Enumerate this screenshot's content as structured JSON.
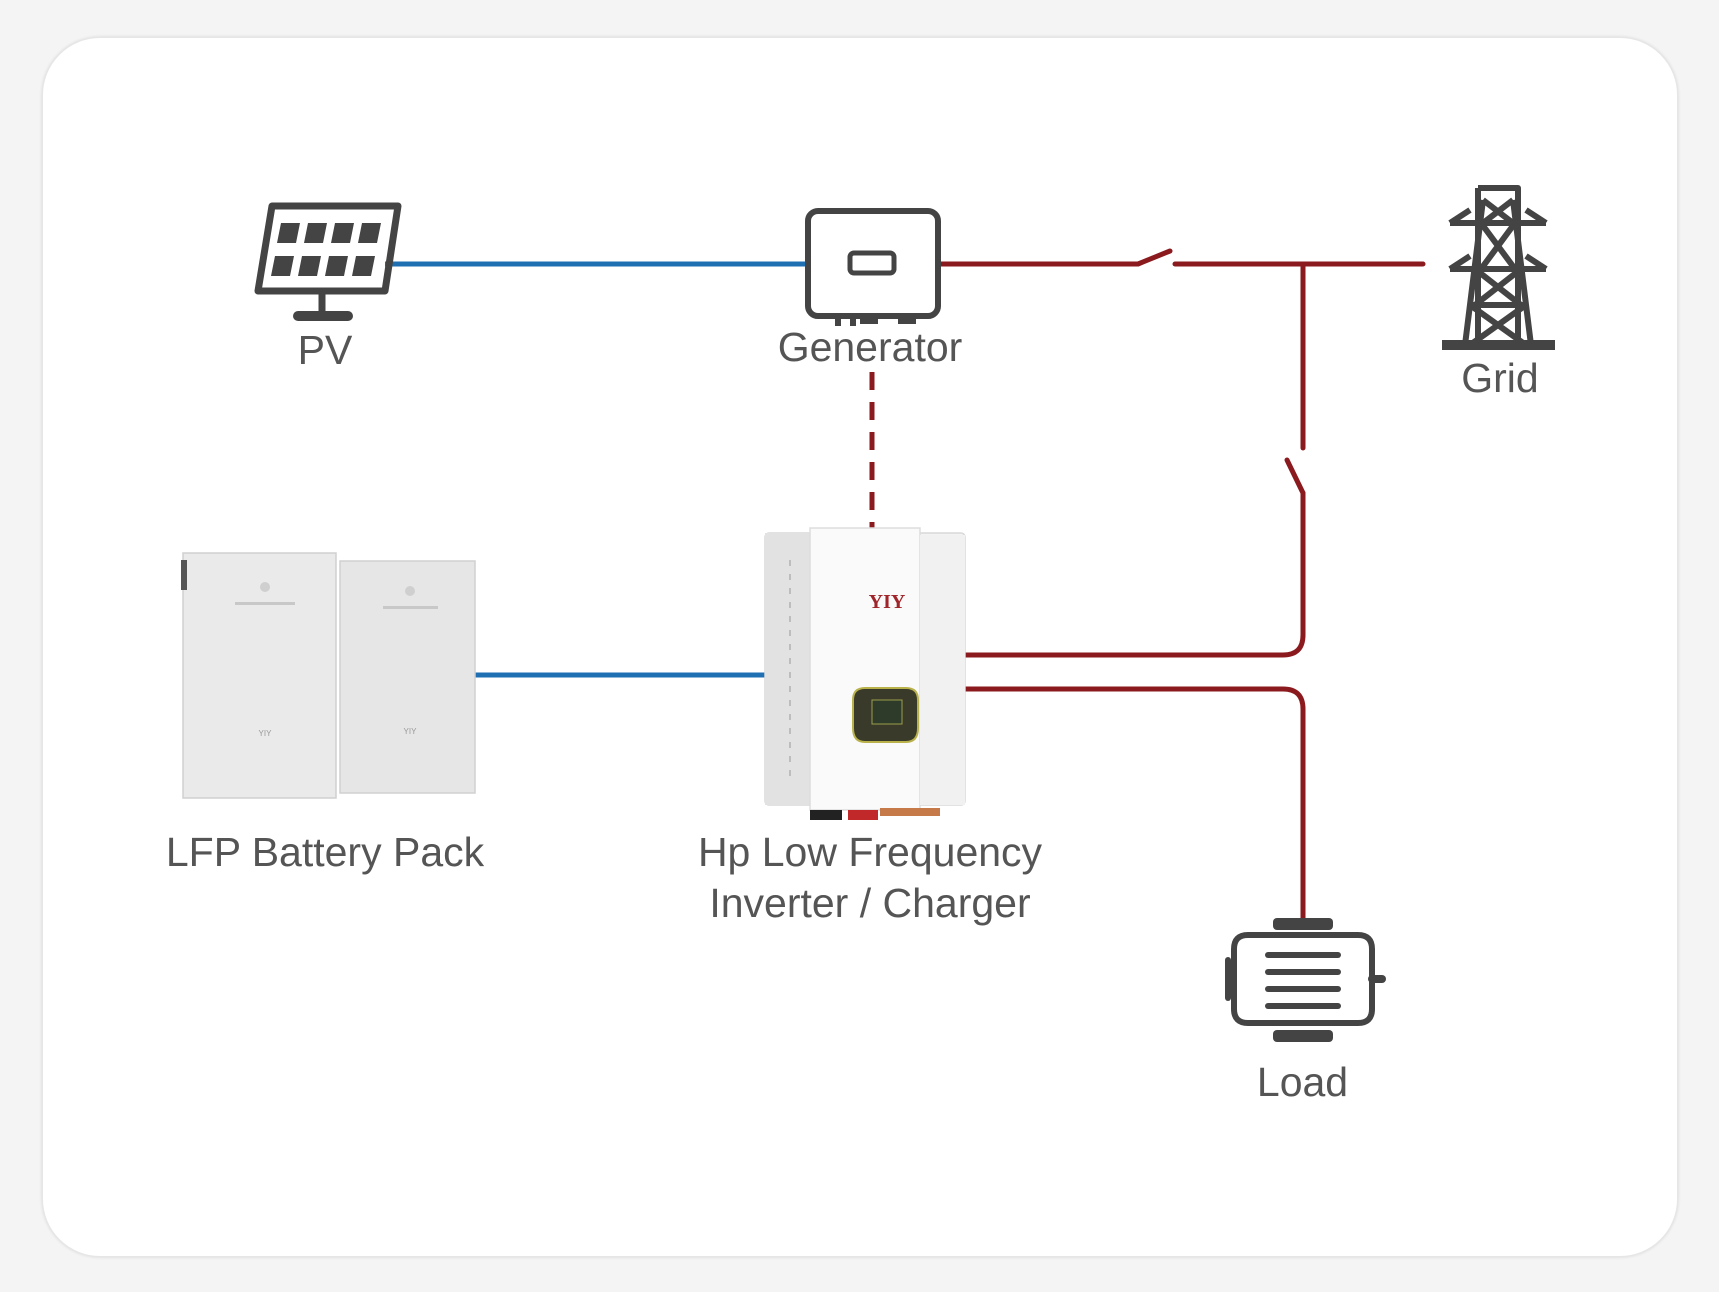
{
  "labels": {
    "pv": "PV",
    "generator": "Generator",
    "grid": "Grid",
    "battery": "LFP Battery Pack",
    "inverter_line1": "Hp Low Frequency",
    "inverter_line2": "Inverter / Charger",
    "load": "Load"
  },
  "device_markings": {
    "inverter_brand": "YIY",
    "battery_brand": "YIY"
  },
  "icons": [
    "solar-panel-icon",
    "generator-icon",
    "transmission-tower-icon",
    "motor-icon"
  ],
  "colors": {
    "dc_line": "#1f6fb3",
    "ac_line": "#8b1a1e",
    "icon": "#444444",
    "label": "#555555",
    "background": "#f4f4f4",
    "card": "#ffffff"
  }
}
